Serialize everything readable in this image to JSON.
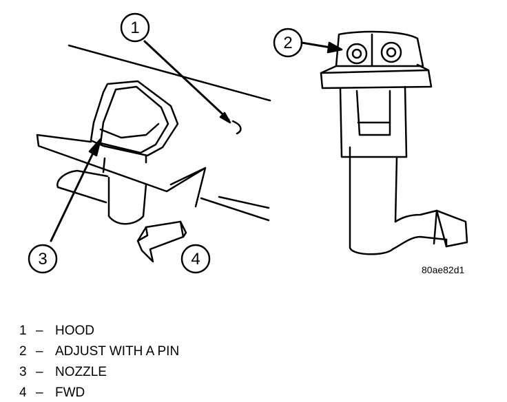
{
  "callouts": [
    {
      "num": "1"
    },
    {
      "num": "2"
    },
    {
      "num": "3"
    },
    {
      "num": "4"
    }
  ],
  "figure_id": "80ae82d1",
  "legend": [
    {
      "num": "1",
      "dash": "–",
      "label": "HOOD"
    },
    {
      "num": "2",
      "dash": "–",
      "label": "ADJUST WITH A PIN"
    },
    {
      "num": "3",
      "dash": "–",
      "label": "NOZZLE"
    },
    {
      "num": "4",
      "dash": "–",
      "label": "FWD"
    }
  ]
}
